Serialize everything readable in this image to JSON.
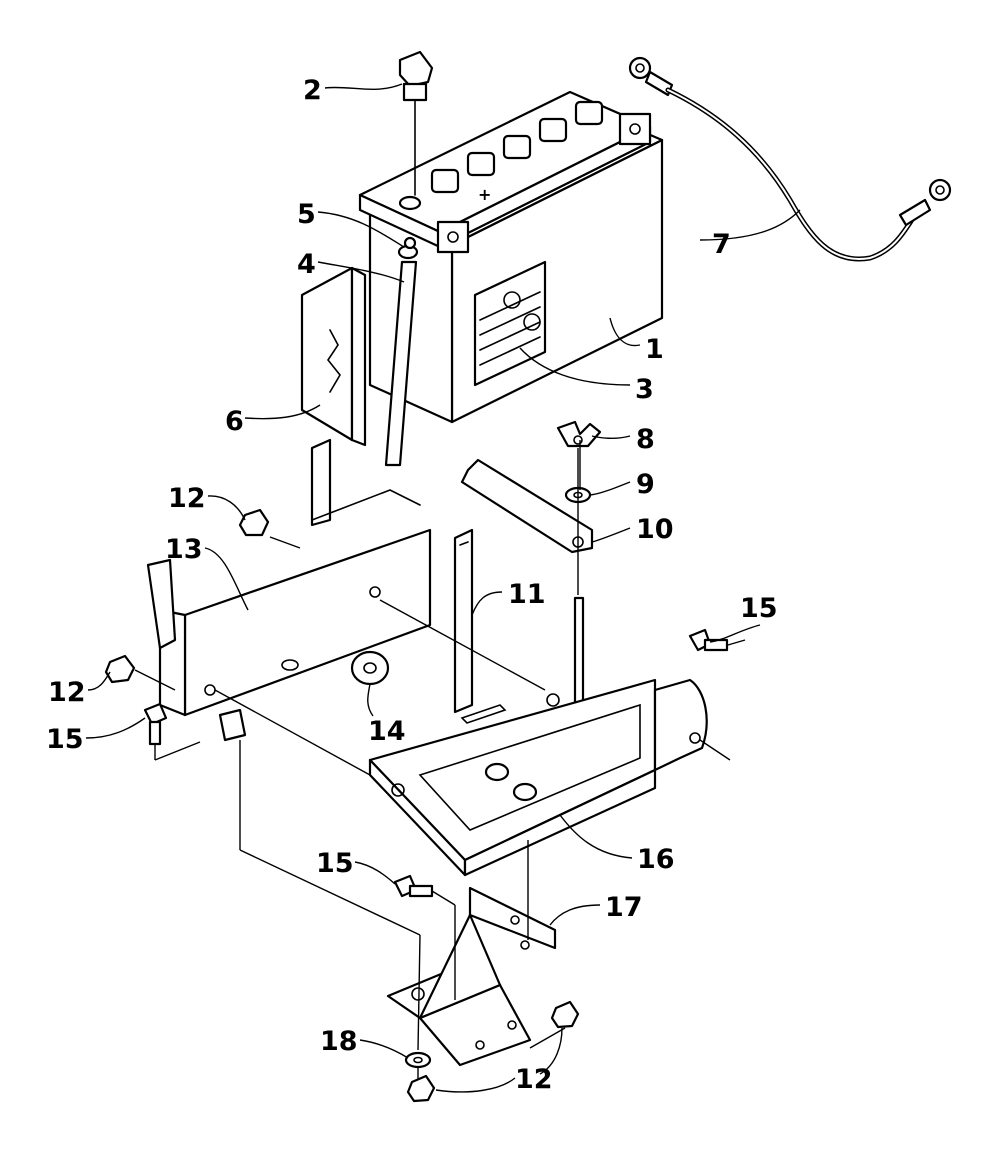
{
  "callouts": [
    {
      "id": "c1",
      "text": "1"
    },
    {
      "id": "c2",
      "text": "2"
    },
    {
      "id": "c3",
      "text": "3"
    },
    {
      "id": "c4",
      "text": "4"
    },
    {
      "id": "c5",
      "text": "5"
    },
    {
      "id": "c6",
      "text": "6"
    },
    {
      "id": "c7",
      "text": "7"
    },
    {
      "id": "c8",
      "text": "8"
    },
    {
      "id": "c9",
      "text": "9"
    },
    {
      "id": "c10",
      "text": "10"
    },
    {
      "id": "c11",
      "text": "11"
    },
    {
      "id": "c12a",
      "text": "12"
    },
    {
      "id": "c12b",
      "text": "12"
    },
    {
      "id": "c12c",
      "text": "12"
    },
    {
      "id": "c13",
      "text": "13"
    },
    {
      "id": "c14",
      "text": "14"
    },
    {
      "id": "c15a",
      "text": "15"
    },
    {
      "id": "c15b",
      "text": "15"
    },
    {
      "id": "c15c",
      "text": "15"
    },
    {
      "id": "c16",
      "text": "16"
    },
    {
      "id": "c17",
      "text": "17"
    },
    {
      "id": "c18",
      "text": "18"
    }
  ],
  "battery_marks": {
    "plus": "+"
  }
}
